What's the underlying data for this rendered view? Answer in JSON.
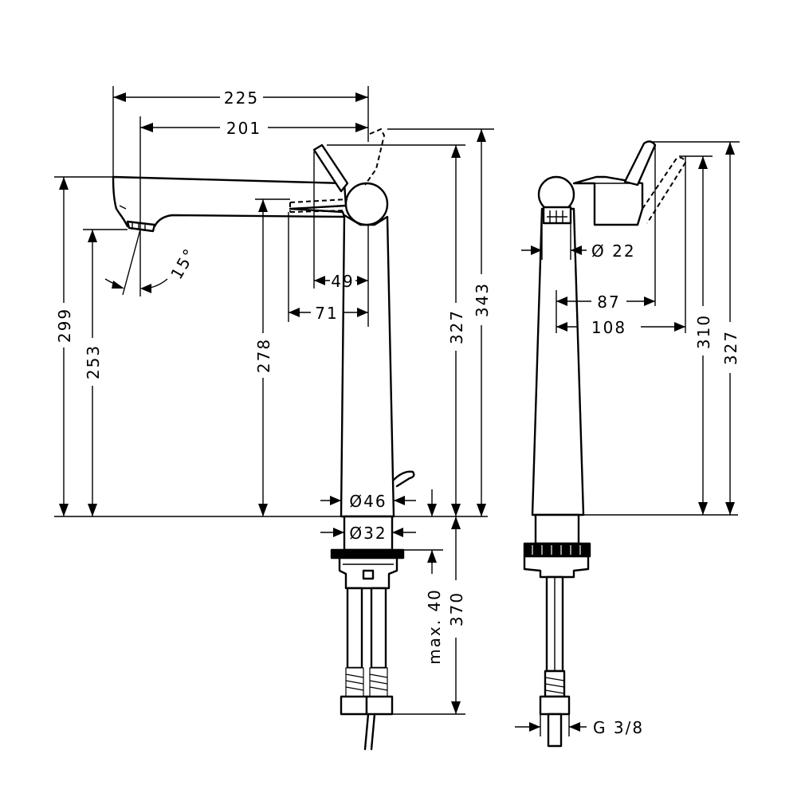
{
  "dimensions": {
    "front_width_total": "225",
    "front_width_spout": "201",
    "angle": "15°",
    "lever_offset_a": "49",
    "lever_offset_b": "71",
    "height_total": "299",
    "height_outlet": "253",
    "height_lever_pivot": "278",
    "height_lever_top": "327",
    "height_max": "343",
    "body_diameter": "Ø46",
    "shank_diameter": "Ø32",
    "max_countertop": "max. 40",
    "hose_length": "370",
    "side_spout_diameter": "Ø 22",
    "side_lever_a": "87",
    "side_lever_b": "108",
    "side_height_a": "310",
    "side_height_b": "327",
    "connection_thread": "G 3/8"
  }
}
